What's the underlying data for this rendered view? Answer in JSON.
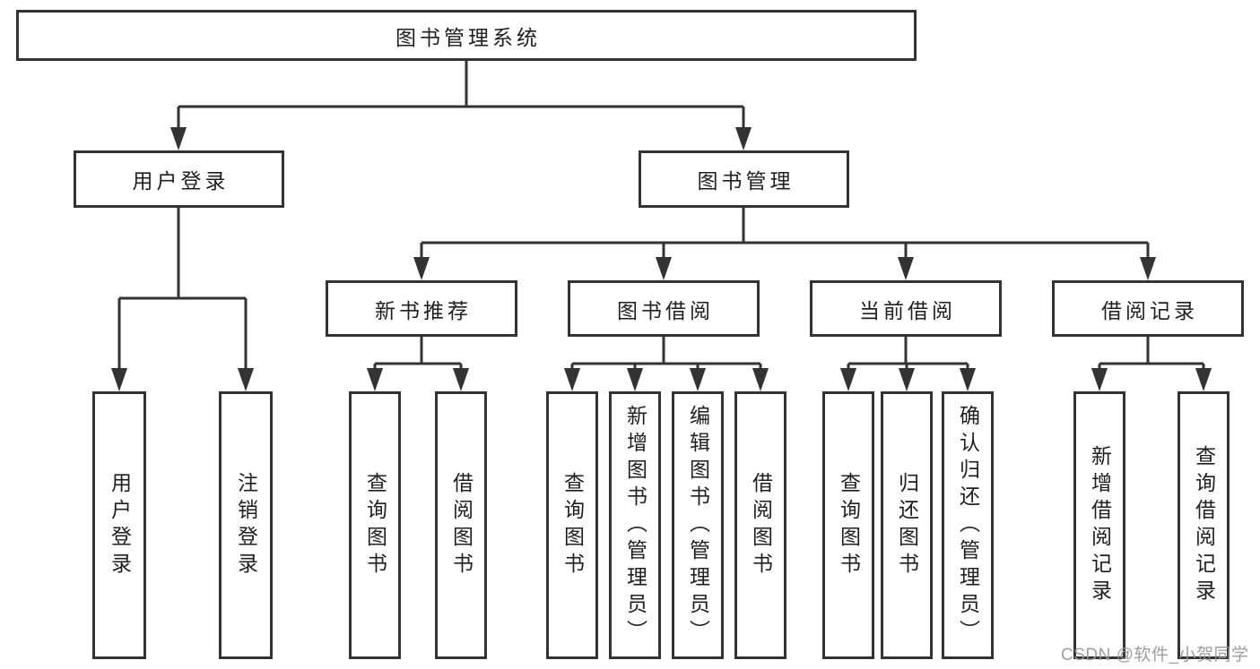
{
  "page": {
    "watermark": "CSDN @软件_小贺同学"
  },
  "diagram": {
    "type": "hierarchy",
    "root": {
      "label": "图书管理系统"
    },
    "branches": {
      "user_login": {
        "label": "用户登录",
        "children": [
          "用户登录",
          "注销登录"
        ]
      },
      "book_mgmt": {
        "label": "图书管理",
        "children": {
          "new_book_rec": {
            "label": "新书推荐",
            "children": [
              "查询图书",
              "借阅图书"
            ]
          },
          "book_borrow": {
            "label": "图书借阅",
            "children": [
              "查询图书",
              "新增图书（管理员）",
              "编辑图书（管理员）",
              "借阅图书"
            ]
          },
          "current_borrow": {
            "label": "当前借阅",
            "children": [
              "查询图书",
              "归还图书",
              "确认归还（管理员）"
            ]
          },
          "borrow_records": {
            "label": "借阅记录",
            "children": [
              "新增借阅记录",
              "查询借阅记录"
            ]
          }
        }
      }
    },
    "colors": {
      "line": "#333333",
      "border": "#333333",
      "background": "#ffffff",
      "text": "#1f1f1f",
      "watermark": "#969696"
    }
  }
}
